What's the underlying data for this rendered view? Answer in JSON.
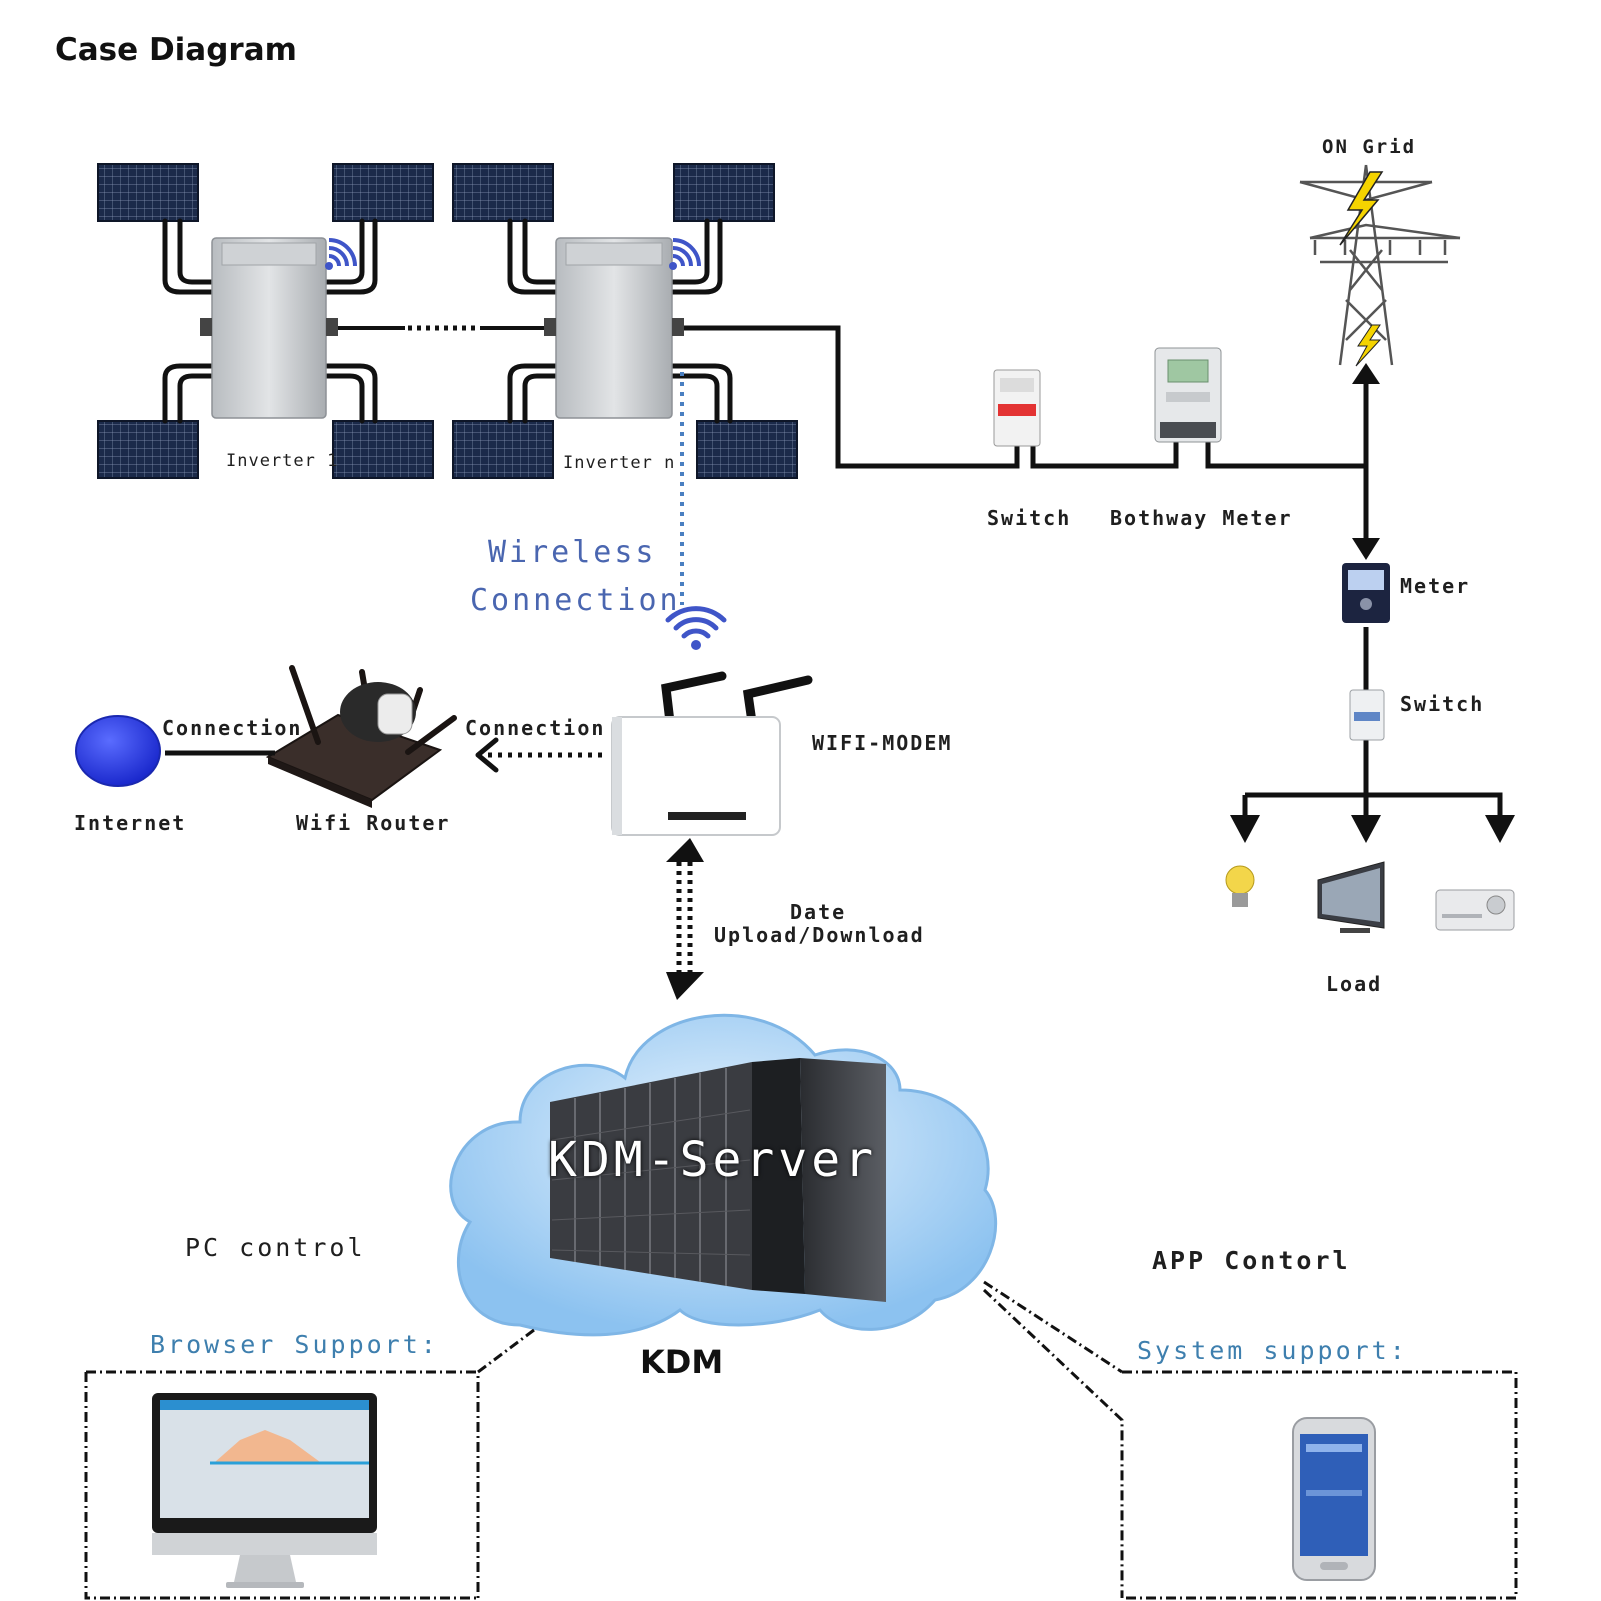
{
  "title": "Case Diagram",
  "inverters": {
    "inverter_1": "Inverter 1",
    "inverter_n": "Inverter n"
  },
  "grid": {
    "on_grid": "ON Grid",
    "switch_top": "Switch",
    "bothway_meter": "Bothway Meter",
    "meter": "Meter",
    "switch_right": "Switch",
    "load": "Load"
  },
  "network": {
    "wireless_line1": "Wireless",
    "wireless_line2": "Connection",
    "connection_left": "Connection",
    "connection_right": "Connection",
    "wifi_modem": "WIFI-MODEM",
    "internet": "Internet",
    "wifi_router": "Wifi Router",
    "data_line1": "Date",
    "data_line2": "Upload/Download"
  },
  "server": {
    "name": "KDM-Server",
    "label": "KDM"
  },
  "clients": {
    "pc_control": "PC control",
    "browser_support": "Browser Support:",
    "app_control": "APP Contorl",
    "system_support": "System support:"
  },
  "colors": {
    "wire": "#111111",
    "wireless_dots": "#4a7fc1",
    "label_blue": "#4a66b0",
    "cloud": "#a9d2f5",
    "panel": "#1b2a4a",
    "internet_globe": "#1f33e6",
    "lightning": "#f5d400",
    "breaker_red": "#e33333"
  }
}
